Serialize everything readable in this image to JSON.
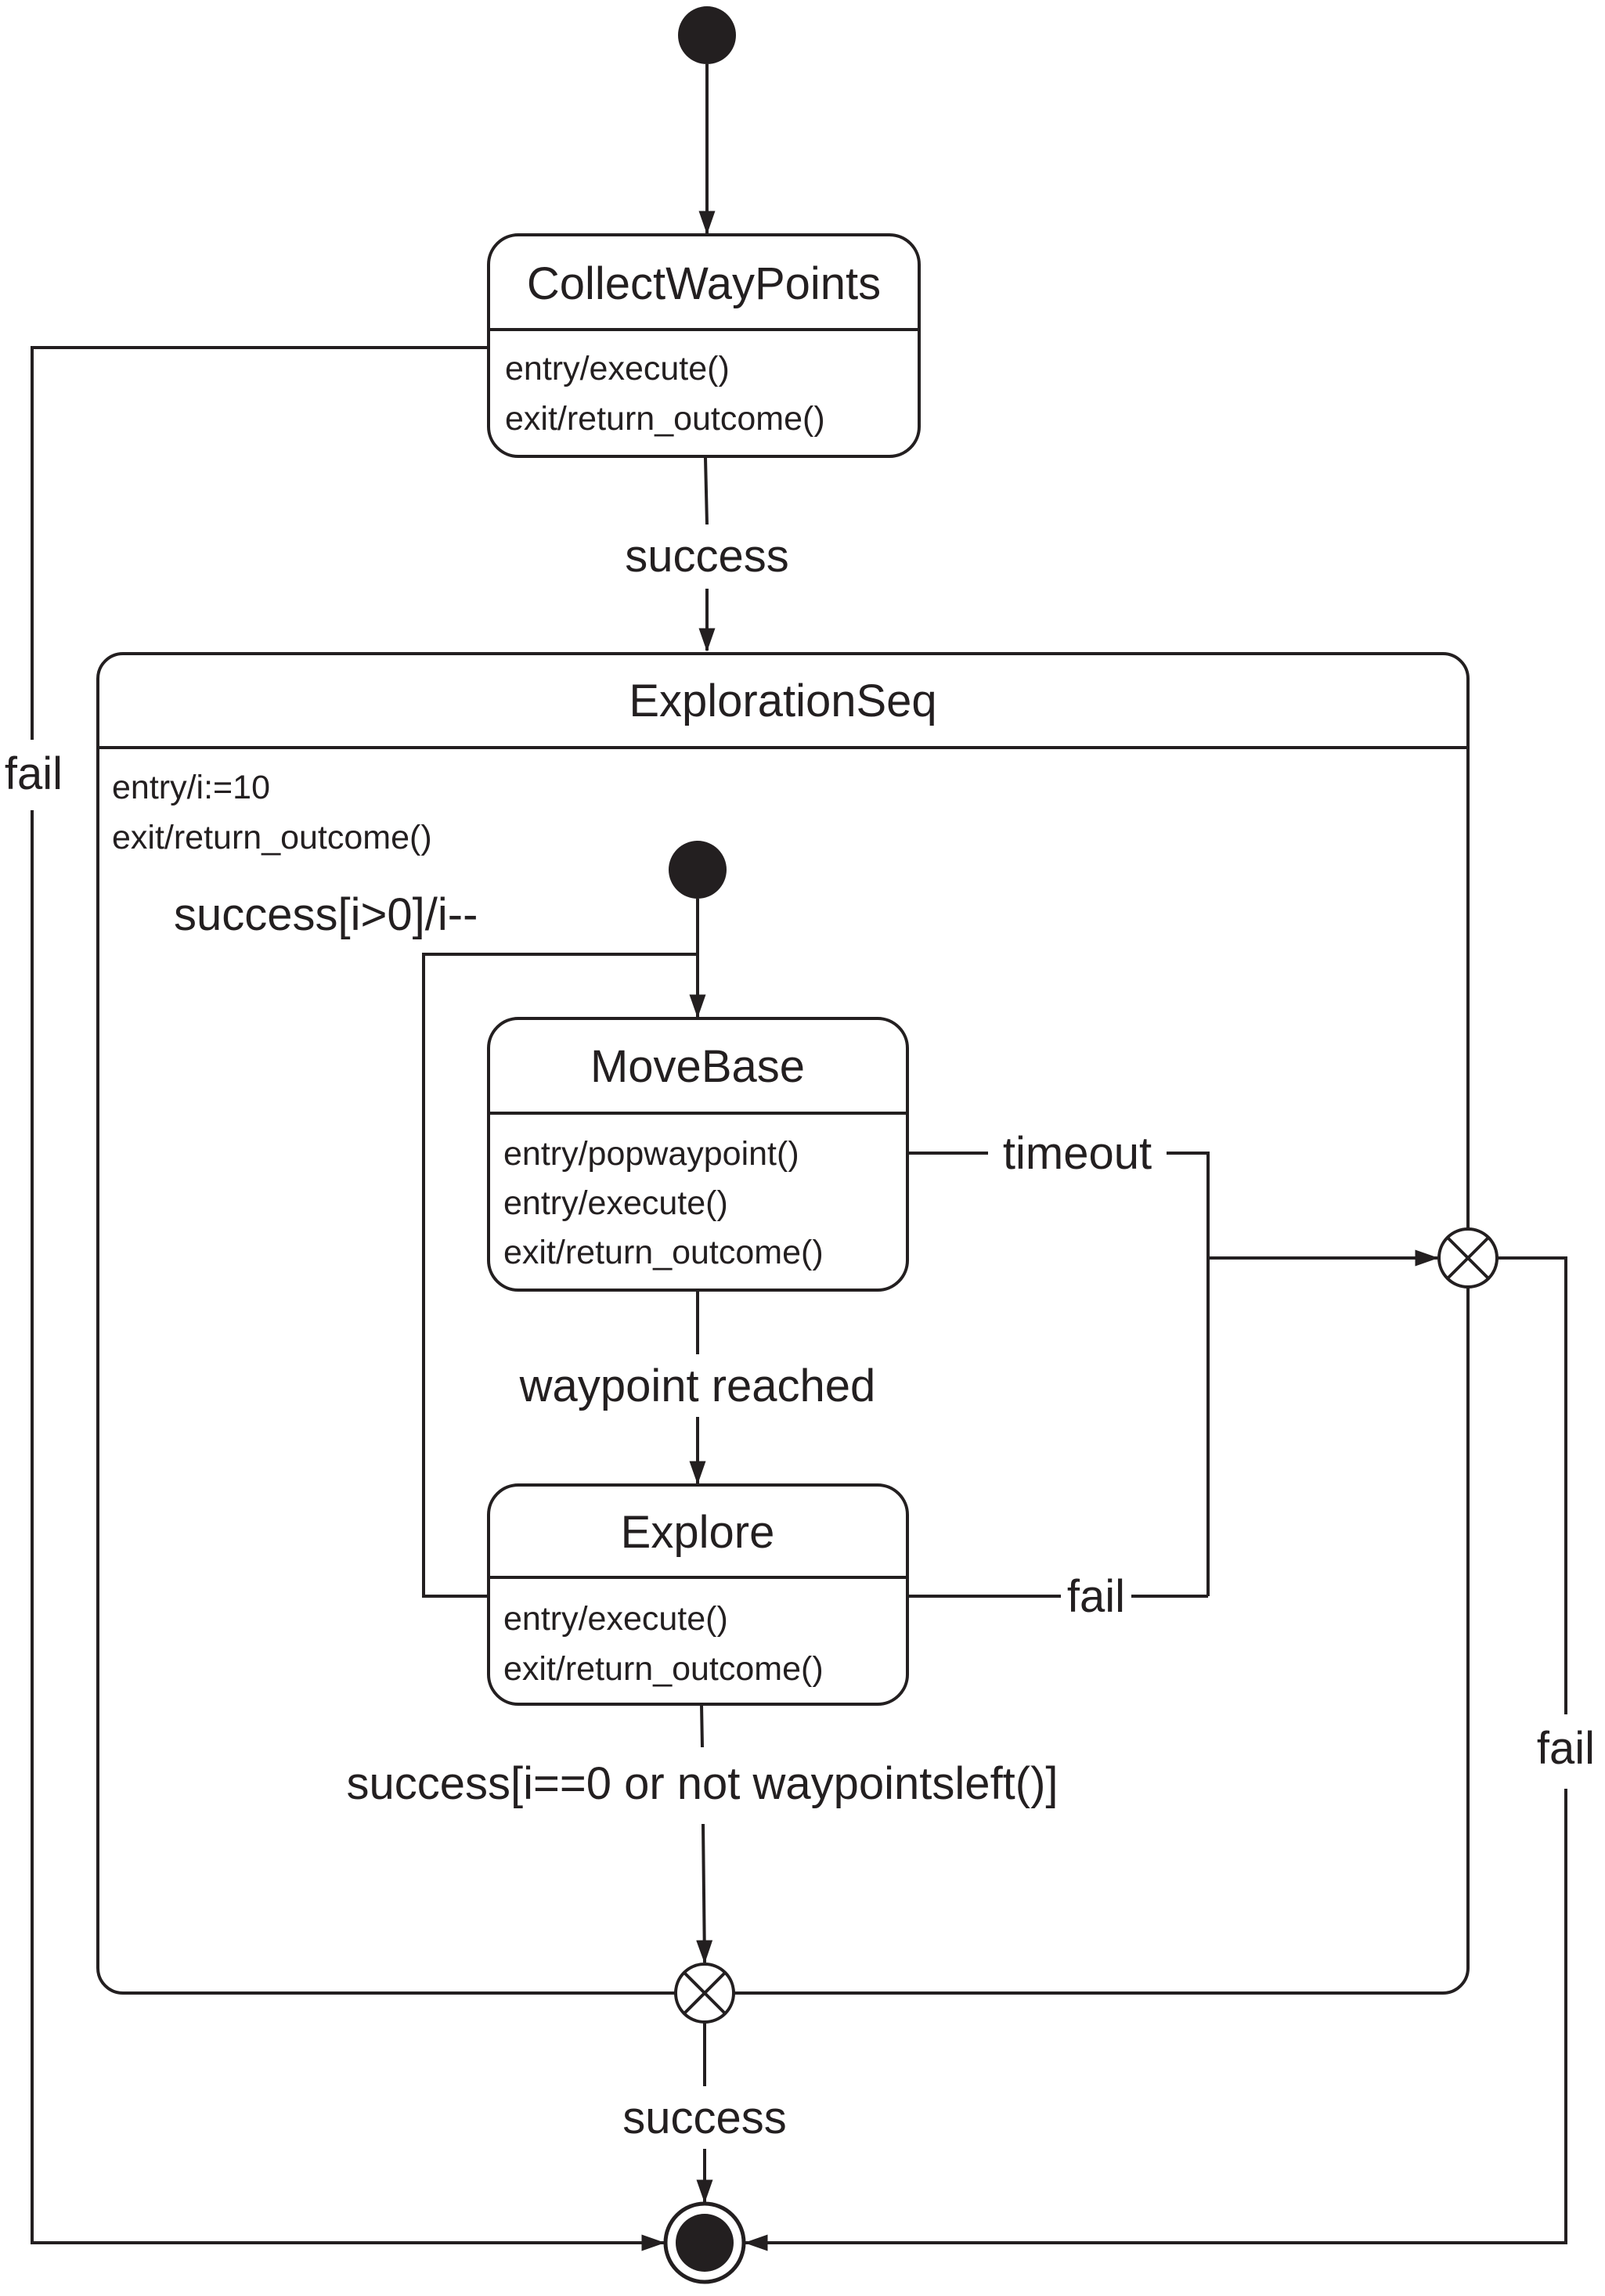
{
  "diagram": {
    "type": "UML state machine",
    "colors": {
      "stroke": "#231f20",
      "background": "#ffffff"
    },
    "states": {
      "collect": {
        "name": "CollectWayPoints",
        "actions": [
          "entry/execute()",
          "exit/return_outcome()"
        ]
      },
      "exploration": {
        "name": "ExplorationSeq",
        "actions": [
          "entry/i:=10",
          "exit/return_outcome()"
        ]
      },
      "movebase": {
        "name": "MoveBase",
        "actions": [
          "entry/popwaypoint()",
          "entry/execute()",
          "exit/return_outcome()"
        ]
      },
      "explore": {
        "name": "Explore",
        "actions": [
          "entry/execute()",
          "exit/return_outcome()"
        ]
      }
    },
    "transitions": {
      "collect_success": "success",
      "collect_fail": "fail",
      "loop": "success[i>0]/i--",
      "movebase_timeout": "timeout",
      "waypoint_reached": "waypoint reached",
      "explore_fail": "fail",
      "explore_done": "success[i==0 or not waypointsleft()]",
      "seq_fail": "fail",
      "seq_success": "success"
    },
    "pseudostates": [
      "initial",
      "inner-initial",
      "exit-point-fail",
      "exit-point-success",
      "final"
    ]
  }
}
